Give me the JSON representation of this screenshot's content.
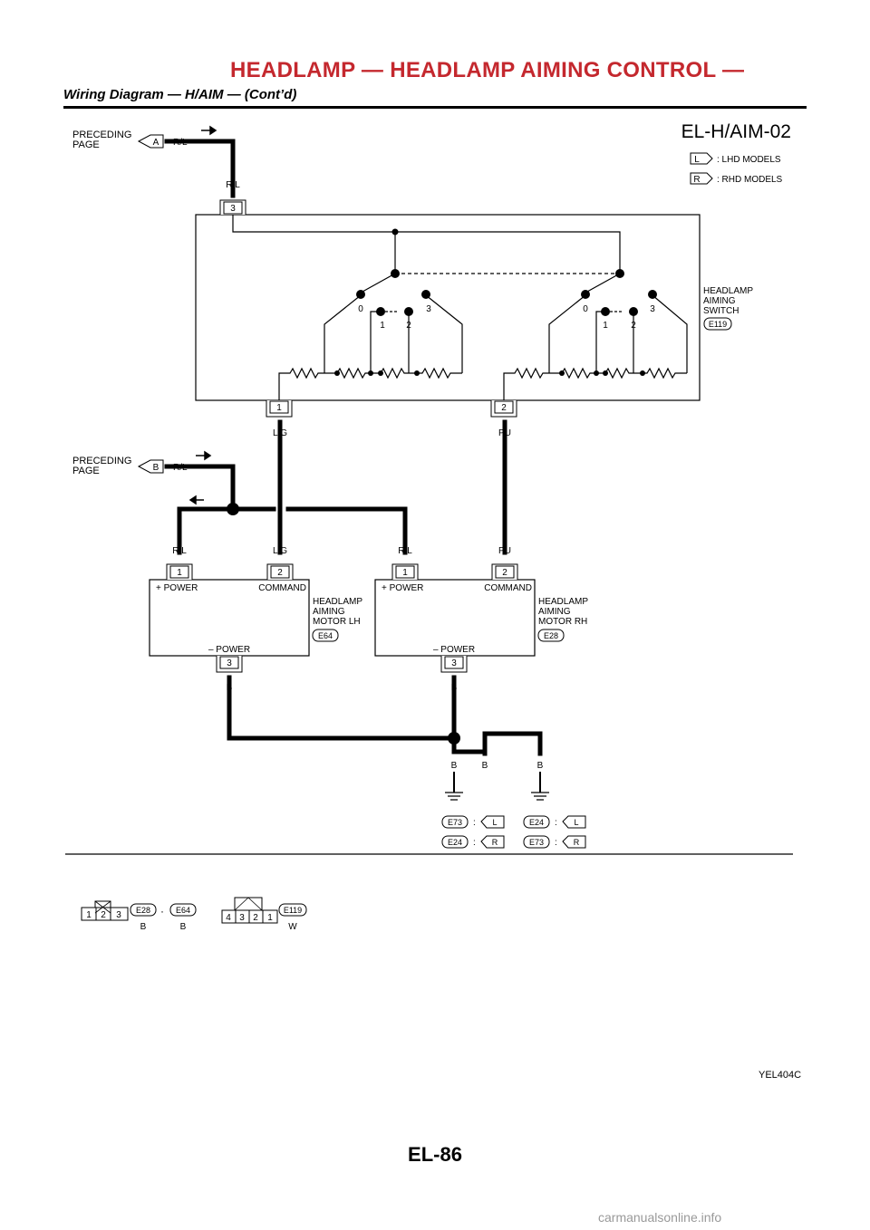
{
  "header": {
    "title": "HEADLAMP — HEADLAMP AIMING CONTROL —",
    "subtitle": "Wiring Diagram — H/AIM — (Cont’d)"
  },
  "diagram": {
    "id": "EL-H/AIM-02",
    "legend": [
      {
        "code": "L",
        "desc": ": LHD MODELS"
      },
      {
        "code": "R",
        "desc": ": RHD MODELS"
      }
    ],
    "preceding": [
      {
        "line1": "PRECEDING",
        "line2": "PAGE",
        "conn": "A",
        "wire": "R/L"
      },
      {
        "line1": "PRECEDING",
        "line2": "PAGE",
        "conn": "B",
        "wire": "R/L"
      }
    ],
    "switch": {
      "name_lines": [
        "HEADLAMP",
        "AIMING",
        "SWITCH"
      ],
      "conn": "E119",
      "pins": {
        "top": "3",
        "left": "1",
        "right": "2"
      },
      "positions": [
        "0",
        "1",
        "2",
        "3"
      ]
    },
    "wires": {
      "rl_top": "R/L",
      "lg_switch": "L/G",
      "pu_switch": "PU",
      "lh_power": "R/L",
      "lh_cmd": "L/G",
      "rh_power": "R/L",
      "rh_cmd": "PU",
      "lh_gnd": "B",
      "rh_gnd": "B",
      "g1": "B",
      "g2": "B",
      "g3": "B"
    },
    "motor_lh": {
      "name_lines": [
        "HEADLAMP",
        "AIMING",
        "MOTOR LH"
      ],
      "conn": "E64",
      "plus_power": "+ POWER",
      "command": "COMMAND",
      "minus_power": "– POWER",
      "pins": [
        "1",
        "2",
        "3"
      ]
    },
    "motor_rh": {
      "name_lines": [
        "HEADLAMP",
        "AIMING",
        "MOTOR RH"
      ],
      "conn": "E28",
      "plus_power": "+ POWER",
      "command": "COMMAND",
      "minus_power": "– POWER",
      "pins": [
        "1",
        "2",
        "3"
      ]
    },
    "grounds": [
      {
        "conn": "E73",
        "sep": ":",
        "model": "L"
      },
      {
        "conn": "E24",
        "sep": ":",
        "model": "R"
      },
      {
        "conn": "E24",
        "sep": ":",
        "model": "L"
      },
      {
        "conn": "E73",
        "sep": ":",
        "model": "R"
      }
    ],
    "connector_views": {
      "three_pin": {
        "pins": [
          "1",
          "2",
          "3"
        ],
        "conns": [
          "E28",
          "E64"
        ],
        "colors": [
          "B",
          "B"
        ],
        "sep": "·"
      },
      "four_pin": {
        "pins": [
          "4",
          "3",
          "2",
          "1"
        ],
        "conn": "E119",
        "color": "W"
      }
    }
  },
  "figure_id": "YEL404C",
  "page_number": "EL-86",
  "watermark": "carmanualsonline.info"
}
